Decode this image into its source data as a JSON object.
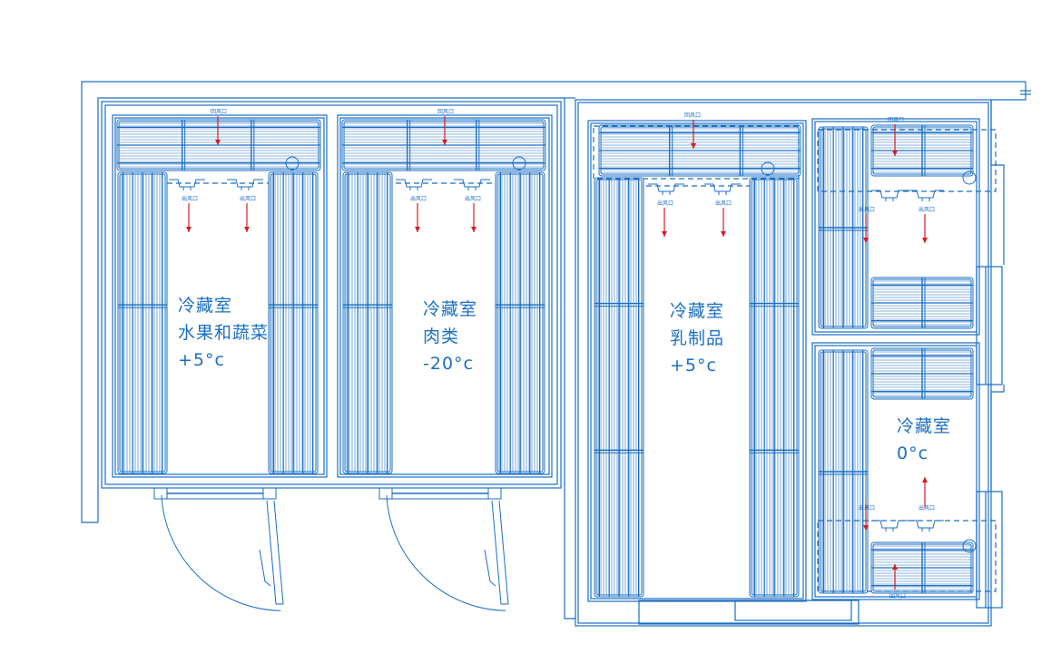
{
  "drawing": {
    "line_color": "#1a6fc4",
    "arrow_color": "#d11f1f",
    "background": "#ffffff"
  },
  "rooms": [
    {
      "lines": [
        "冷藏室",
        "水果和蔬菜",
        "+5°c"
      ]
    },
    {
      "lines": [
        "冷藏室",
        "肉类",
        "-20°c"
      ]
    },
    {
      "lines": [
        "冷藏室",
        "乳制品",
        "+5°c"
      ]
    },
    {
      "lines": [
        "冷藏室",
        "0°c"
      ]
    }
  ],
  "ports": {
    "return_air": "回风口",
    "supply_air": "出风口"
  }
}
